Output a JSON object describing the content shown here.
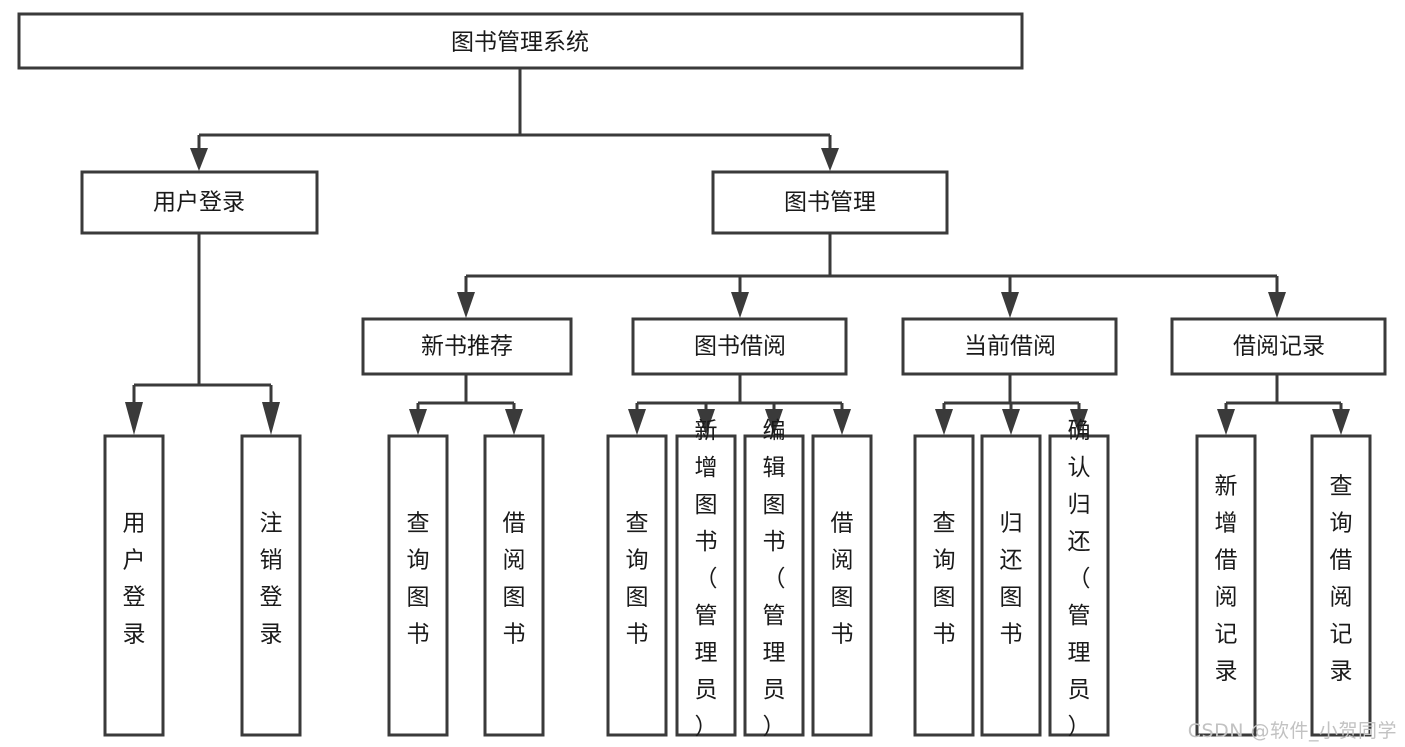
{
  "diagram": {
    "type": "tree",
    "title": "图书管理系统",
    "watermark": "CSDN @软件_小贺同学",
    "colors": {
      "stroke": "#3a3a3a",
      "fill": "#ffffff",
      "text": "#1a1a1a",
      "watermark": "#c2c2c2"
    },
    "root": {
      "label": "图书管理系统",
      "orientation": "horizontal"
    },
    "level2": [
      {
        "label": "用户登录",
        "orientation": "horizontal"
      },
      {
        "label": "图书管理",
        "orientation": "horizontal"
      }
    ],
    "level3": [
      {
        "label": "新书推荐",
        "orientation": "horizontal"
      },
      {
        "label": "图书借阅",
        "orientation": "horizontal"
      },
      {
        "label": "当前借阅",
        "orientation": "horizontal"
      },
      {
        "label": "借阅记录",
        "orientation": "horizontal"
      }
    ],
    "leaves": {
      "user_login": [
        {
          "label": "用户登录",
          "orientation": "vertical"
        },
        {
          "label": "注销登录",
          "orientation": "vertical"
        }
      ],
      "new_book_recommend": [
        {
          "label": "查询图书",
          "orientation": "vertical"
        },
        {
          "label": "借阅图书",
          "orientation": "vertical"
        }
      ],
      "book_borrow": [
        {
          "label": "查询图书",
          "orientation": "vertical"
        },
        {
          "label": "新增图书（管理员）",
          "orientation": "vertical"
        },
        {
          "label": "编辑图书（管理员）",
          "orientation": "vertical"
        },
        {
          "label": "借阅图书",
          "orientation": "vertical"
        }
      ],
      "current_borrow": [
        {
          "label": "查询图书",
          "orientation": "vertical"
        },
        {
          "label": "归还图书",
          "orientation": "vertical"
        },
        {
          "label": "确认归还（管理员）",
          "orientation": "vertical"
        }
      ],
      "borrow_record": [
        {
          "label": "新增借阅记录",
          "orientation": "vertical"
        },
        {
          "label": "查询借阅记录",
          "orientation": "vertical"
        }
      ]
    }
  }
}
